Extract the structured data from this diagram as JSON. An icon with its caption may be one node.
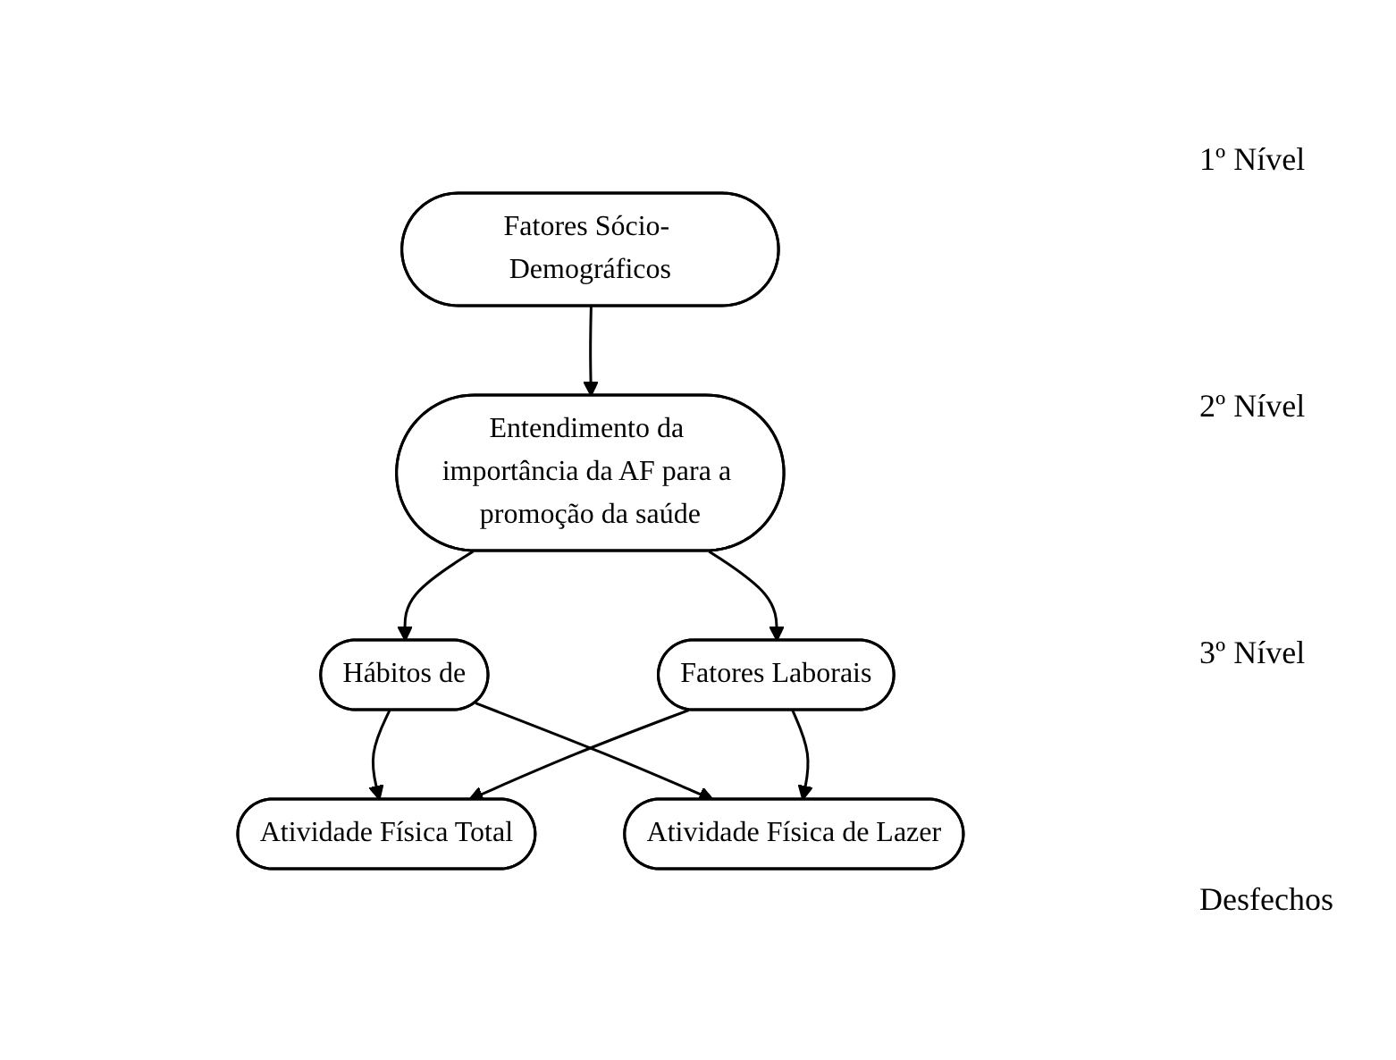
{
  "diagram": {
    "nodes": [
      {
        "text": [
          "Fatores Sócio- Demográficos"
        ]
      },
      {
        "text": [
          "Entendimento da importância da AF para a promoção da saúde"
        ]
      },
      {
        "text": [
          "Hábitos de"
        ]
      },
      {
        "text": [
          "Fatores Laborais"
        ]
      },
      {
        "text": [
          "Atividade Física Total"
        ]
      },
      {
        "text": [
          "Atividade Física de Lazer"
        ]
      }
    ],
    "edges": [
      {
        "from": 0,
        "to": 1,
        "arrow": "to"
      },
      {
        "from": 1,
        "to": 2,
        "arrow": "to"
      },
      {
        "from": 1,
        "to": 3,
        "arrow": "to"
      },
      {
        "from": 2,
        "to": 4,
        "arrow": "to"
      },
      {
        "from": 2,
        "to": 5,
        "arrow": "to"
      },
      {
        "from": 3,
        "to": 4,
        "arrow": "to"
      },
      {
        "from": 3,
        "to": 5,
        "arrow": "to"
      }
    ],
    "labels": [
      "1º Nível",
      "2º Nível",
      "3º Nível",
      "Desfechos"
    ]
  }
}
